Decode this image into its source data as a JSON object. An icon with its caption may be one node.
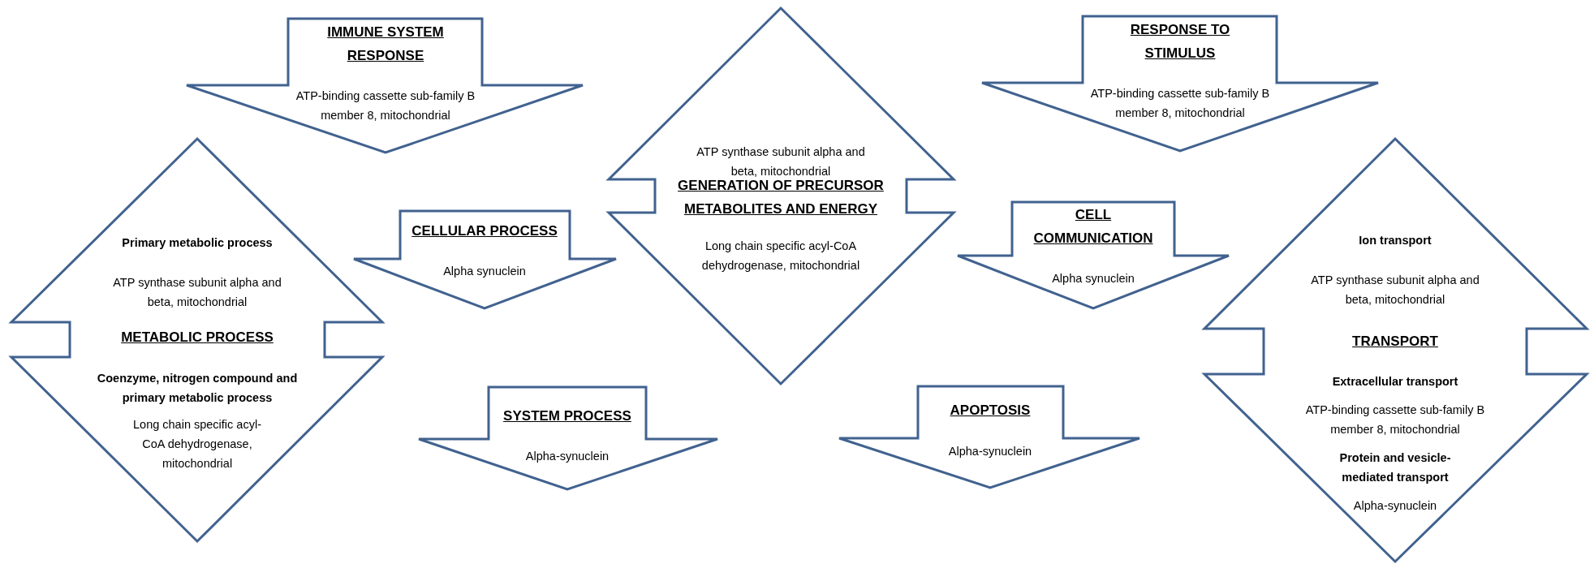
{
  "diagram": {
    "nodes": [
      {
        "text": [
          "IMMUNE SYSTEM RESPONSE",
          "ATP-binding cassette sub-family B member 8, mitochondrial"
        ]
      },
      {
        "text": [
          "ATP synthase subunit alpha and beta, mitochondrial",
          "GENERATION OF PRECURSOR METABOLITES AND ENERGY",
          "Long chain specific acyl-CoA dehydrogenase, mitochondrial"
        ]
      },
      {
        "text": [
          "RESPONSE TO STIMULUS",
          "ATP-binding cassette sub-family B member 8, mitochondrial"
        ]
      },
      {
        "text": [
          "Primary metabolic process",
          "ATP synthase subunit alpha and beta, mitochondrial",
          "METABOLIC PROCESS",
          "Coenzyme, nitrogen compound and primary metabolic process",
          "Long chain specific acyl-CoA dehydrogenase, mitochondrial"
        ]
      },
      {
        "text": [
          "CELLULAR PROCESS",
          "Alpha synuclein"
        ]
      },
      {
        "text": [
          "CELL COMMUNICATION",
          "Alpha synuclein"
        ]
      },
      {
        "text": [
          "Ion transport",
          "ATP synthase subunit alpha and beta, mitochondrial",
          "TRANSPORT",
          "Extracellular transport",
          "ATP-binding cassette sub-family B member 8, mitochondrial",
          "Protein and vesicle-mediated transport",
          "Alpha-synuclein"
        ]
      },
      {
        "text": [
          "SYSTEM PROCESS",
          "Alpha-synuclein"
        ]
      },
      {
        "text": [
          "APOPTOSIS",
          "Alpha-synuclein"
        ]
      }
    ]
  }
}
